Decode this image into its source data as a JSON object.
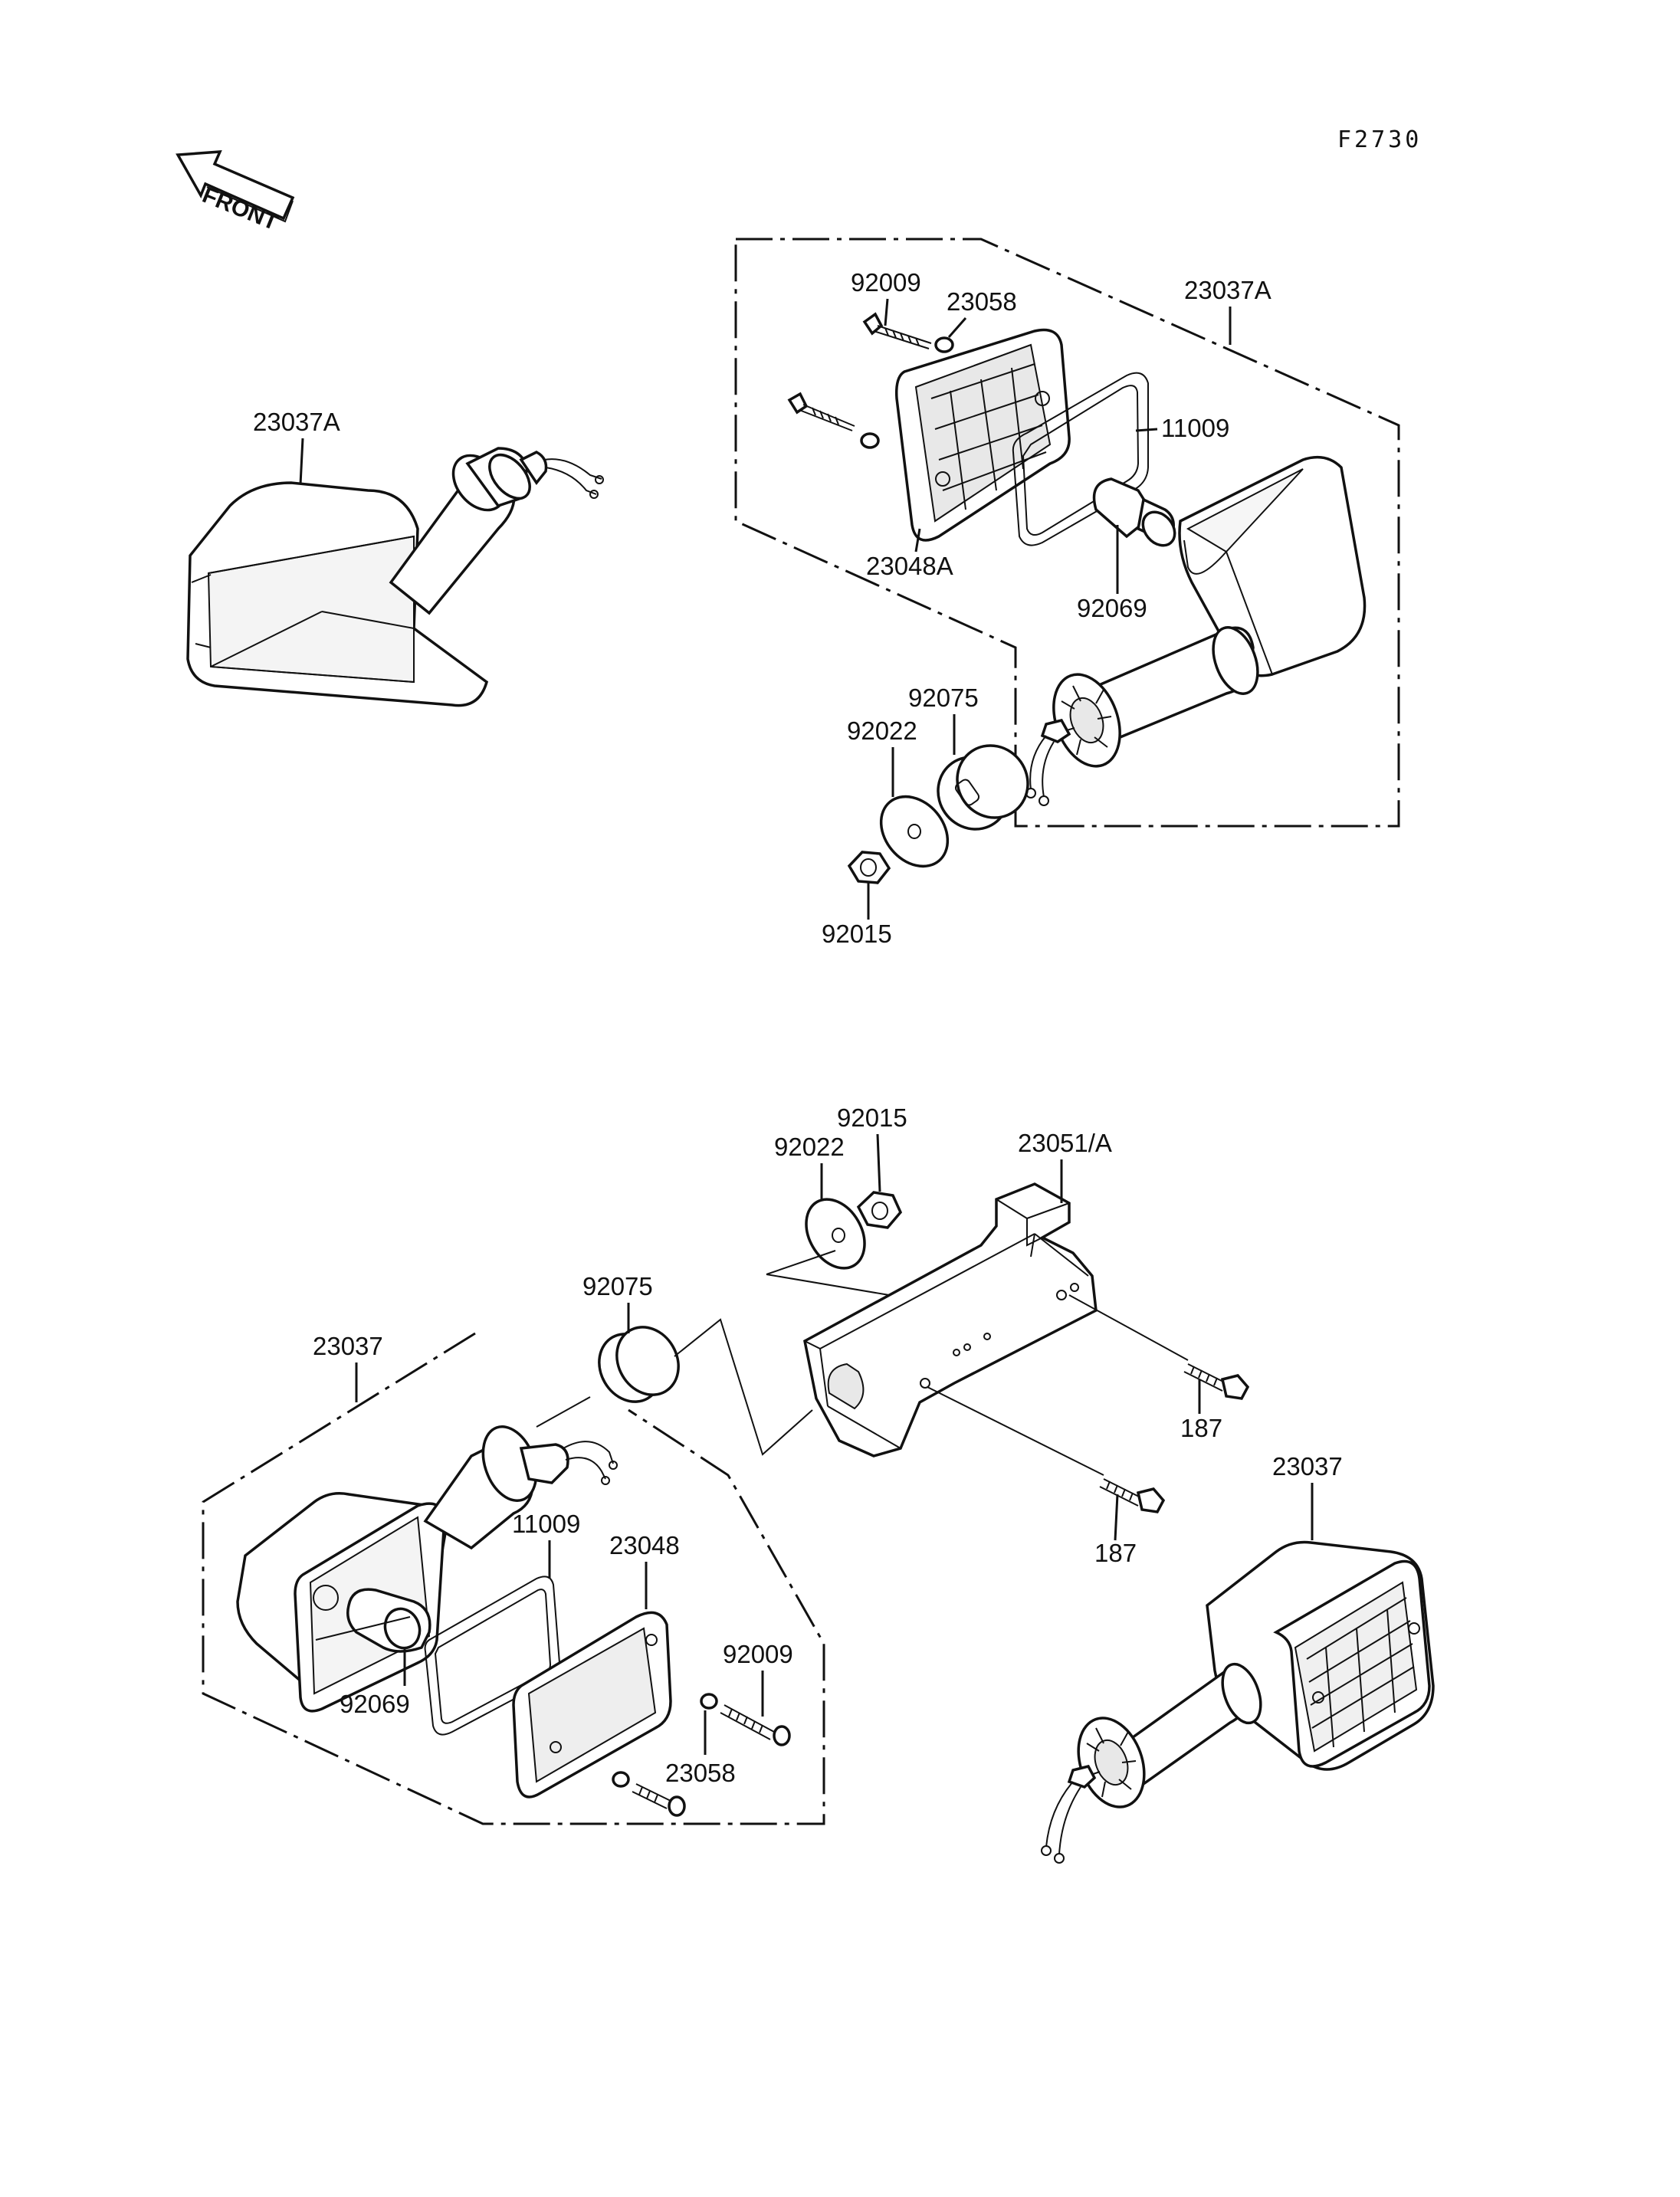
{
  "figure_code": "F2730",
  "front_label": "FRONT",
  "labels": {
    "top_left_lamp": "23037A",
    "top_bolt": "92009",
    "top_washer": "23058",
    "top_assembly": "23037A",
    "top_gasket": "11009",
    "top_lens": "23048A",
    "top_bulb": "92069",
    "top_grommet": "92075",
    "top_plate": "92022",
    "top_nut": "92015",
    "bot_nut": "92015",
    "bot_plate": "92022",
    "bot_bracket": "23051/A",
    "bot_grommet": "92075",
    "bot_assembly": "23037",
    "bot_bolt_right": "187",
    "bot_bolt_lower": "187",
    "bot_gasket": "11009",
    "bot_lens": "23048",
    "bot_screw": "92009",
    "bot_bulb": "92069",
    "bot_washer": "23058",
    "bot_right_lamp": "23037"
  }
}
